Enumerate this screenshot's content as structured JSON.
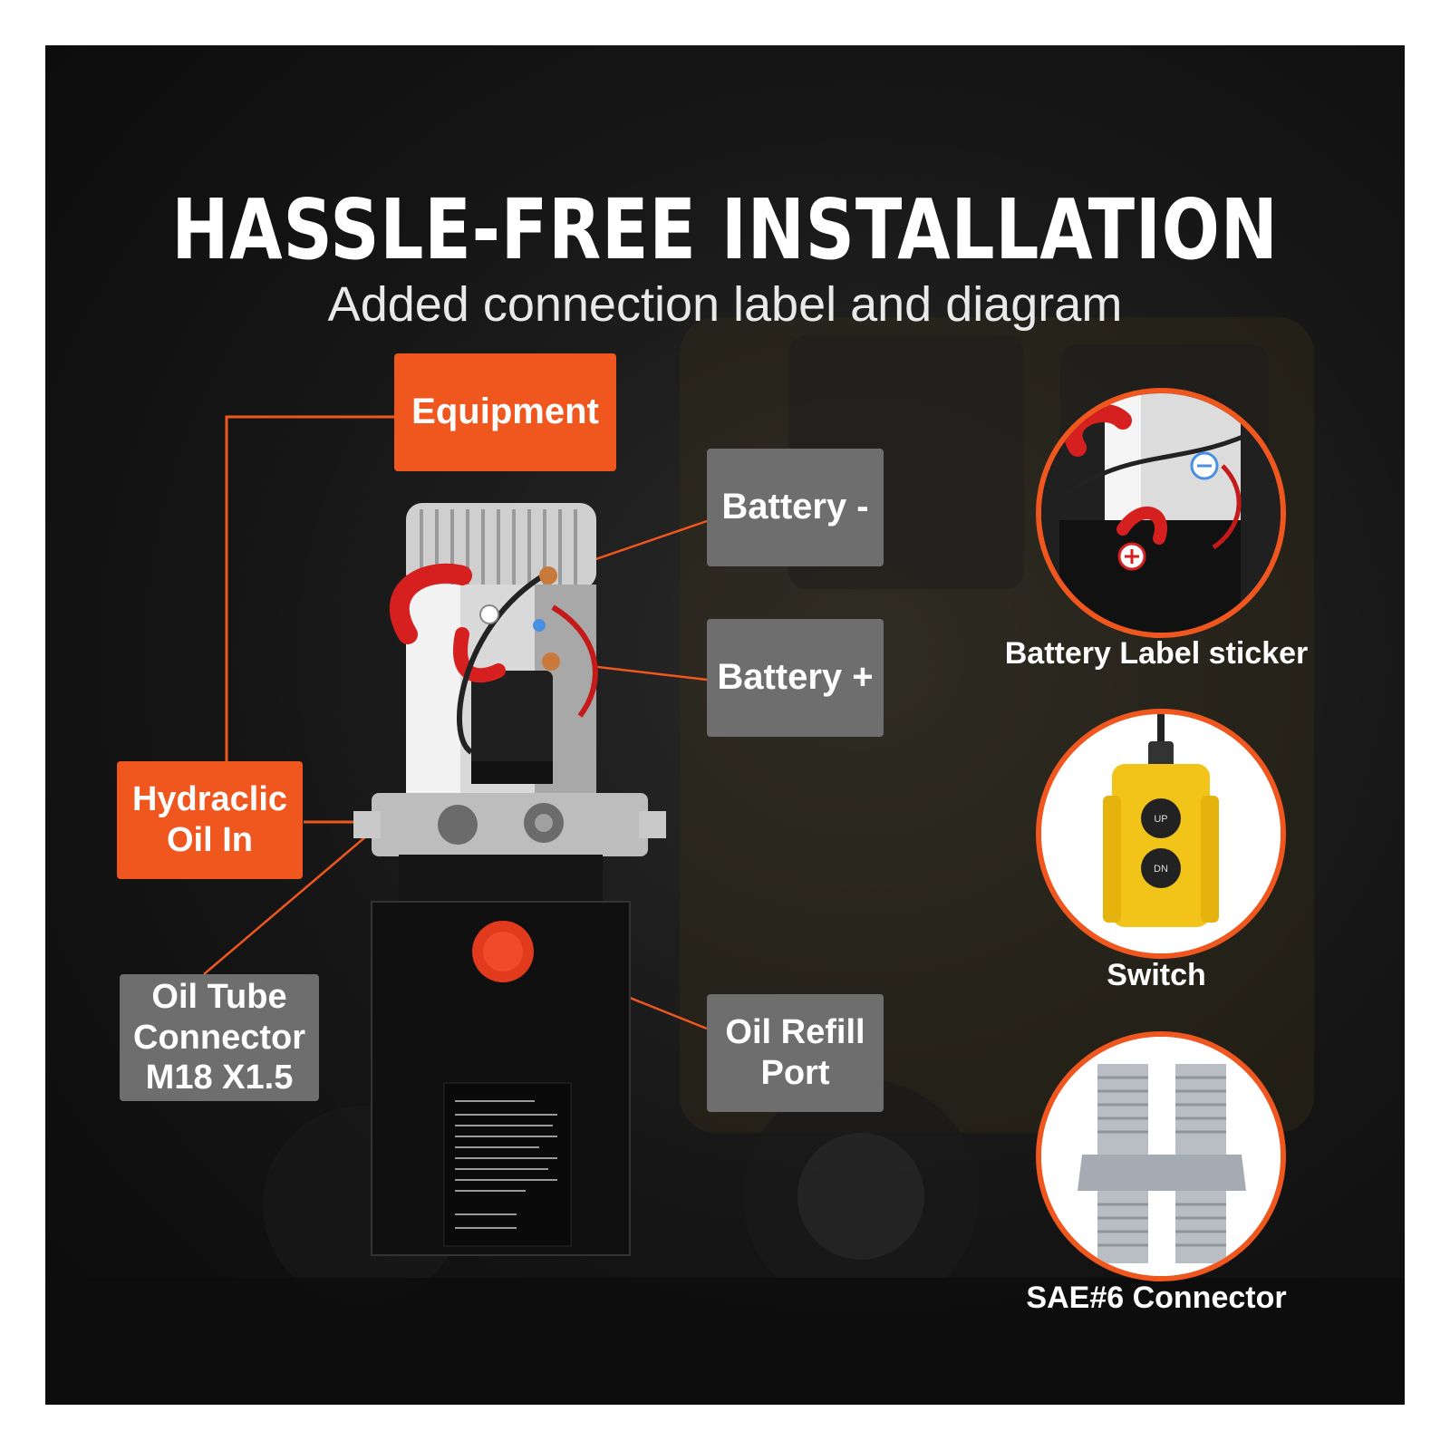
{
  "title": "HASSLE-FREE INSTALLATION",
  "subtitle": "Added connection label and diagram",
  "callouts": {
    "equipment": "Equipment",
    "battery_neg": "Battery -",
    "battery_pos": "Battery +",
    "hydraulic_in_line1": "Hydraclic",
    "hydraulic_in_line2": "Oil In",
    "oil_tube_line1": "Oil Tube",
    "oil_tube_line2": "Connector",
    "oil_tube_line3": "M18 X1.5",
    "oil_refill_line1": "Oil Refill",
    "oil_refill_line2": "Port"
  },
  "details": [
    {
      "label": "Battery Label sticker",
      "icon": "battery-terminal-icon"
    },
    {
      "label": "Switch",
      "icon": "remote-switch-icon"
    },
    {
      "label": "SAE#6 Connector",
      "icon": "fitting-connector-icon"
    }
  ],
  "colors": {
    "accent": "#f0571f",
    "callout_gray": "#6e6e6e",
    "background": "#151515"
  }
}
